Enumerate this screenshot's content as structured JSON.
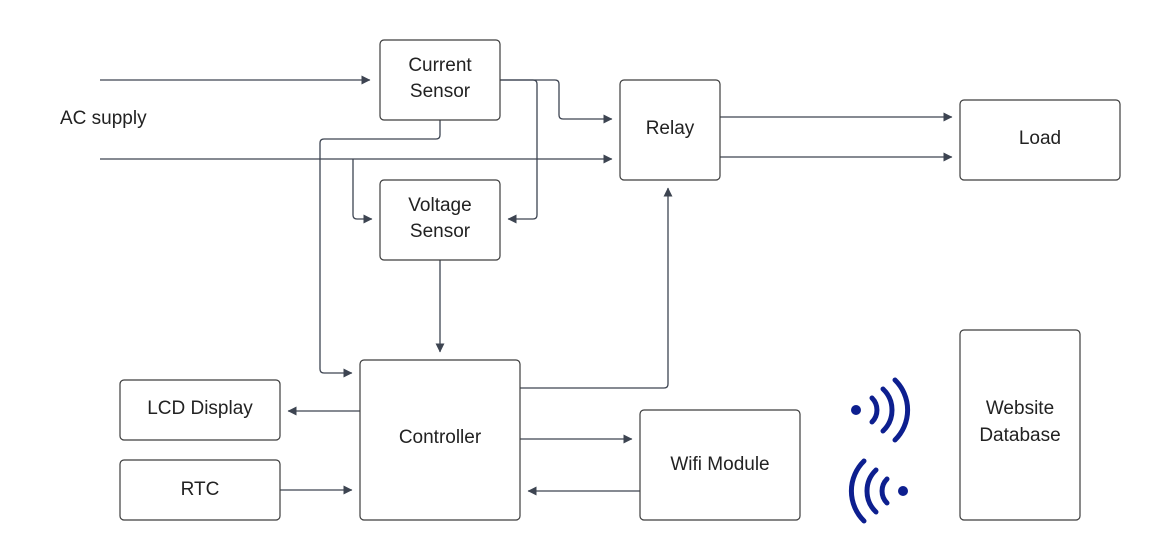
{
  "blocks": {
    "current_sensor": {
      "line1": "Current",
      "line2": "Sensor"
    },
    "voltage_sensor": {
      "line1": "Voltage",
      "line2": "Sensor"
    },
    "relay": {
      "label": "Relay"
    },
    "load": {
      "label": "Load"
    },
    "controller": {
      "label": "Controller"
    },
    "lcd_display": {
      "label": "LCD Display"
    },
    "rtc": {
      "label": "RTC"
    },
    "wifi_module": {
      "label": "Wifi Module"
    },
    "website_database": {
      "line1": "Website",
      "line2": "Database"
    }
  },
  "labels": {
    "ac_supply": "AC supply"
  },
  "icons": {
    "transmit": "wifi-transmit-icon",
    "receive": "wifi-receive-icon"
  },
  "colors": {
    "wireless": "#0d1f8f",
    "box_stroke": "#3d3d3d",
    "wire": "#3d4451"
  }
}
